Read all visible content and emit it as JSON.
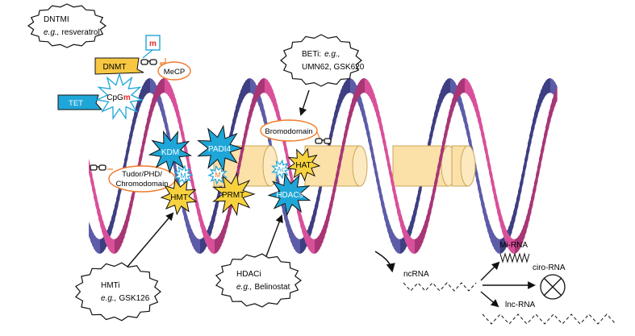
{
  "colors": {
    "helix_pink": "#d8509a",
    "helix_blue": "#5c5ca8",
    "nucleosome_fill": "#fbe0a8",
    "nucleosome_stroke": "#c9a65a",
    "yellow_star": "#f7d23e",
    "blue_star": "#1ea6d8",
    "orange": "#f07a2a",
    "dnmt_fill": "#f7c742",
    "tet_fill": "#1ea6d8"
  },
  "icons": {
    "glasses": "glasses-icon",
    "methyl_tag": "methyl-tag-icon",
    "circle_x": "circle-x-icon"
  },
  "bubbles": {
    "dntmi": {
      "name": "DNTMI",
      "example_prefix": "e.g.,",
      "example": "resveratrol"
    },
    "beti": {
      "name": "BETi:",
      "example_prefix": "e.g.,",
      "line2": "UMN62, GSK620"
    },
    "hmti": {
      "name": "HMTi",
      "example_prefix": "e.g.,",
      "example": "GSK126"
    },
    "hdaci": {
      "name": "HDACi",
      "example_prefix": "e.g.,",
      "example": "Belinostat"
    }
  },
  "labels": {
    "dnmt": "DNMT",
    "methyl_tag": "m",
    "mecp": "MeCP",
    "tet": "TET",
    "cpg_prefix": "CpG",
    "cpg_m": "m",
    "bromodomain": "Bromodomain",
    "tudor_line1": "Tudor/PHD/",
    "tudor_line2": "Chromodomain",
    "kdm": "KDM",
    "padi4": "PADI4",
    "m_a": "M",
    "m_b": "M",
    "hmt": "HMT",
    "prmt": "PRMT",
    "ac": "Ac",
    "hat": "HAT",
    "hdacs": "HDACs",
    "ncrna": "ncRNA",
    "mirna": "Mi-RNA",
    "circrna": "ciro-RNA",
    "lncrna": "lnc-RNA"
  }
}
